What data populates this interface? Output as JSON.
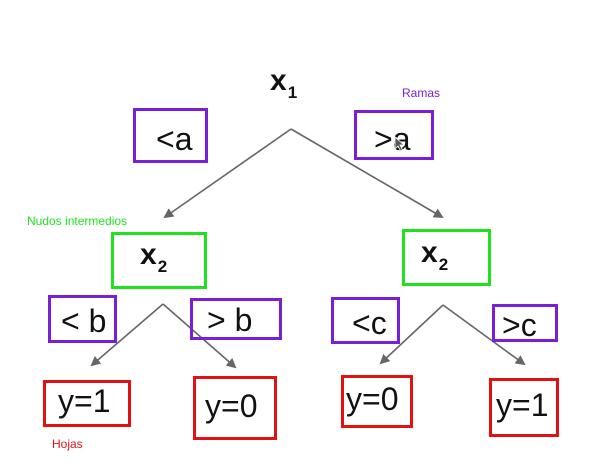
{
  "colors": {
    "branch": "#7a1fd6",
    "intermediate": "#1fe21f",
    "leaf": "#e31212",
    "arrow": "#666666"
  },
  "annotations": {
    "branches": "Ramas",
    "intermediate_nodes": "Nudos intermedios",
    "leaves": "Hojas"
  },
  "root": {
    "var": "x",
    "sub": "1"
  },
  "root_branches": {
    "left": "<a",
    "right": ">a"
  },
  "intermediate": [
    {
      "var": "x",
      "sub": "2",
      "branches": {
        "left": "< b",
        "right": "> b"
      }
    },
    {
      "var": "x",
      "sub": "2",
      "branches": {
        "left": "<c",
        "right": ">c"
      }
    }
  ],
  "leaves": [
    "y=1",
    "y=0",
    "y=0",
    "y=1"
  ],
  "cursor_icon": "mouse-pointer-icon"
}
